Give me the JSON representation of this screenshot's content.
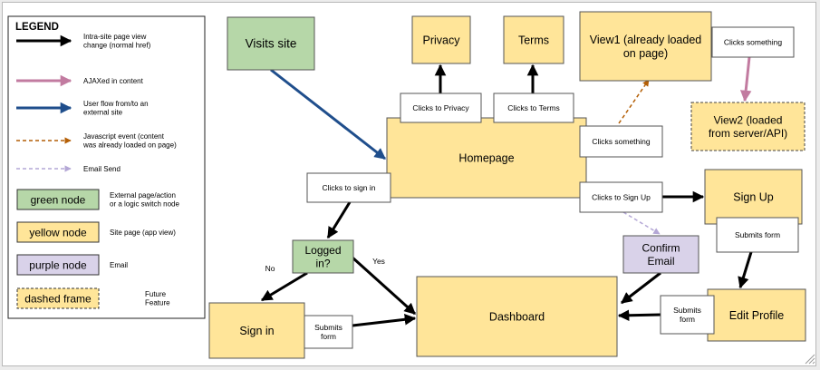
{
  "colors": {
    "green": "#b6d7a8",
    "yellow": "#ffe599",
    "purple": "#d9d2e9",
    "black_arrow": "#000000",
    "pink_arrow": "#c27ba0",
    "blue_arrow": "#1f4e8c",
    "orange_dash": "#b45f06",
    "lavender_dash": "#b4a7d6"
  },
  "legend": {
    "title": "LEGEND",
    "arrows": [
      {
        "kind": "black",
        "lines": [
          "Intra-site page view",
          "change (normal href)"
        ]
      },
      {
        "kind": "pink",
        "lines": [
          "AJAXed in content"
        ]
      },
      {
        "kind": "blue",
        "lines": [
          "User flow from/to an",
          "external site"
        ]
      },
      {
        "kind": "orange",
        "lines": [
          "Javascript event (content",
          "was already loaded on page)"
        ]
      },
      {
        "kind": "lavender",
        "lines": [
          "Email Send"
        ]
      }
    ],
    "nodes": [
      {
        "kind": "green",
        "label": "green node",
        "lines": [
          "External page/action",
          "or a logic switch node"
        ]
      },
      {
        "kind": "yellow",
        "label": "yellow node",
        "lines": [
          "Site page (app view)"
        ]
      },
      {
        "kind": "purple",
        "label": "purple node",
        "lines": [
          "Email"
        ]
      },
      {
        "kind": "dashed",
        "label": "dashed frame",
        "lines": [
          "Future",
          "Feature"
        ]
      }
    ]
  },
  "nodes": [
    {
      "id": "visits-site",
      "kind": "green",
      "lines": [
        "Visits site"
      ]
    },
    {
      "id": "privacy",
      "kind": "yellow",
      "lines": [
        "Privacy"
      ]
    },
    {
      "id": "terms",
      "kind": "yellow",
      "lines": [
        "Terms"
      ]
    },
    {
      "id": "view1",
      "kind": "yellow",
      "lines": [
        "View1 (already loaded",
        "on page)"
      ]
    },
    {
      "id": "view2",
      "kind": "dashed",
      "lines": [
        "View2 (loaded",
        "from server/API)"
      ]
    },
    {
      "id": "homepage",
      "kind": "yellow",
      "lines": [
        "Homepage"
      ]
    },
    {
      "id": "sign-up",
      "kind": "yellow",
      "lines": [
        "Sign Up"
      ]
    },
    {
      "id": "logged-in",
      "kind": "green",
      "lines": [
        "Logged",
        "in?"
      ]
    },
    {
      "id": "confirm-email",
      "kind": "purple",
      "lines": [
        "Confirm",
        "Email"
      ]
    },
    {
      "id": "sign-in",
      "kind": "yellow",
      "lines": [
        "Sign in"
      ]
    },
    {
      "id": "dashboard",
      "kind": "yellow",
      "lines": [
        "Dashboard"
      ]
    },
    {
      "id": "edit-profile",
      "kind": "yellow",
      "lines": [
        "Edit Profile"
      ]
    }
  ],
  "actions": [
    {
      "id": "clicks-to-privacy",
      "lines": [
        "Clicks to Privacy"
      ]
    },
    {
      "id": "clicks-to-terms",
      "lines": [
        "Clicks to Terms"
      ]
    },
    {
      "id": "clicks-something-view1",
      "lines": [
        "Clicks something"
      ]
    },
    {
      "id": "clicks-something-home",
      "lines": [
        "Clicks something"
      ]
    },
    {
      "id": "clicks-to-sign-in",
      "lines": [
        "Clicks to sign in"
      ]
    },
    {
      "id": "clicks-to-sign-up",
      "lines": [
        "Clicks to Sign Up"
      ]
    },
    {
      "id": "submits-form-signup",
      "lines": [
        "Submits form"
      ]
    },
    {
      "id": "submits-form-signin",
      "lines": [
        "Submits",
        "form"
      ]
    },
    {
      "id": "submits-form-edit",
      "lines": [
        "Submits",
        "form"
      ]
    }
  ],
  "edge_labels": [
    {
      "id": "no",
      "text": "No"
    },
    {
      "id": "yes",
      "text": "Yes"
    }
  ]
}
